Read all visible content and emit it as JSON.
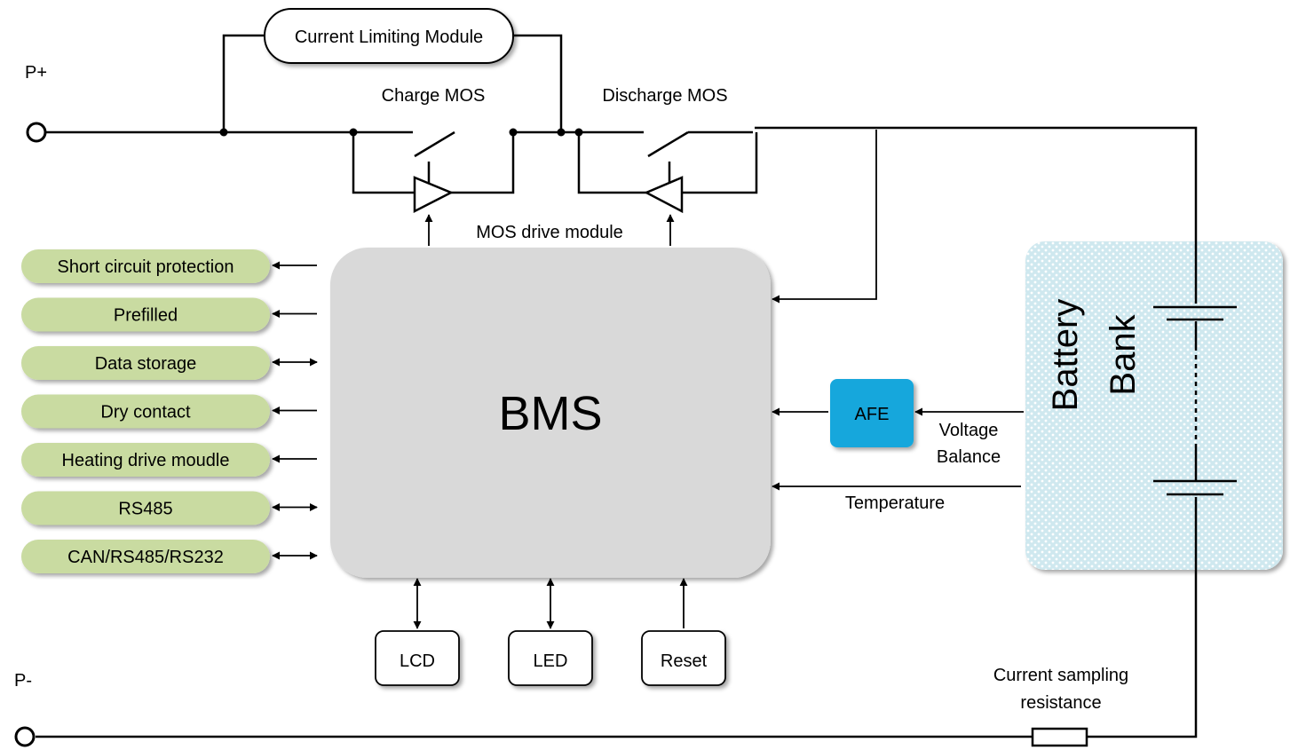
{
  "terminals": {
    "positive": "P+",
    "negative": "P-"
  },
  "current_limiting_module": "Current Limiting Module",
  "switches": {
    "charge": "Charge MOS",
    "discharge": "Discharge MOS"
  },
  "mos_drive_module": "MOS drive module",
  "bms": "BMS",
  "left_modules": [
    {
      "label": "Short circuit protection",
      "direction": "out"
    },
    {
      "label": "Prefilled",
      "direction": "out"
    },
    {
      "label": "Data storage",
      "direction": "both"
    },
    {
      "label": "Dry contact",
      "direction": "out"
    },
    {
      "label": "Heating drive moudle",
      "direction": "out"
    },
    {
      "label": "RS485",
      "direction": "both"
    },
    {
      "label": "CAN/RS485/RS232",
      "direction": "both"
    }
  ],
  "bottom_modules": [
    {
      "label": "LCD",
      "direction": "both"
    },
    {
      "label": "LED",
      "direction": "both"
    },
    {
      "label": "Reset",
      "direction": "in"
    }
  ],
  "afe": "AFE",
  "voltage_balance": {
    "line1": "Voltage",
    "line2": "Balance"
  },
  "temperature": "Temperature",
  "battery_bank": {
    "line1": "Battery",
    "line2": "Bank"
  },
  "current_sampling": {
    "line1": "Current sampling",
    "line2": "resistance"
  },
  "colors": {
    "module_fill": "#c9dba1",
    "bms_fill": "#d9d9d9",
    "afe_fill": "#17a7dc",
    "battery_fill": "#cde7ee"
  }
}
